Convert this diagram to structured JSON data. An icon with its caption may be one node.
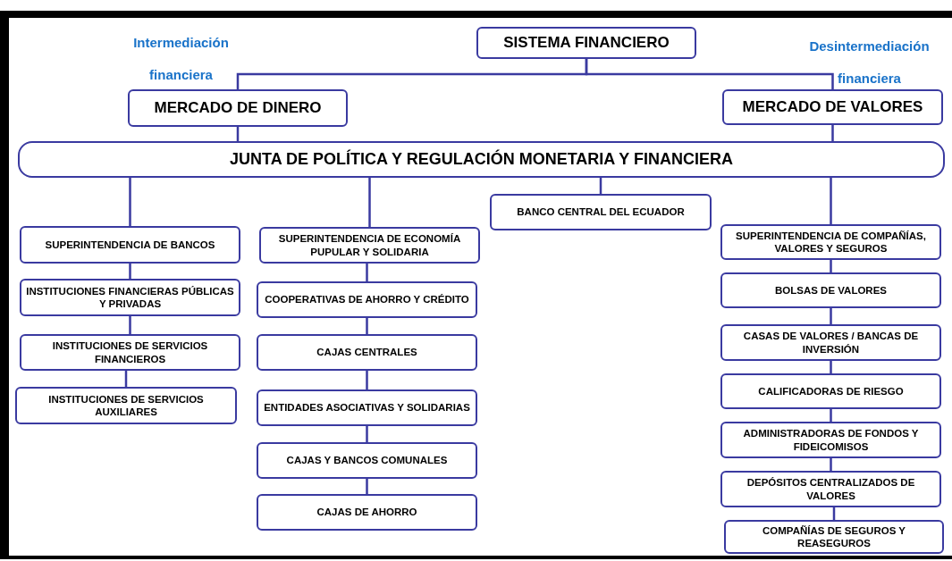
{
  "diagram": {
    "nodes": [
      {
        "text": [
          "SISTEMA FINANCIERO"
        ]
      },
      {
        "text": [
          "MERCADO DE DINERO"
        ]
      },
      {
        "text": [
          "MERCADO DE VALORES"
        ]
      },
      {
        "text": [
          "JUNTA DE POLÍTICA Y REGULACIÓN MONETARIA Y FINANCIERA"
        ]
      },
      {
        "text": [
          "SUPERINTENDENCIA DE BANCOS"
        ]
      },
      {
        "text": [
          "INSTITUCIONES FINANCIERAS PÚBLICAS Y PRIVADAS"
        ]
      },
      {
        "text": [
          "INSTITUCIONES DE SERVICIOS FINANCIEROS"
        ]
      },
      {
        "text": [
          "INSTITUCIONES DE SERVICIOS AUXILIARES"
        ]
      },
      {
        "text": [
          "SUPERINTENDENCIA DE ECONOMÍA PUPULAR Y SOLIDARIA"
        ]
      },
      {
        "text": [
          "COOPERATIVAS DE AHORRO Y CRÉDITO"
        ]
      },
      {
        "text": [
          "CAJAS CENTRALES"
        ]
      },
      {
        "text": [
          "ENTIDADES ASOCIATIVAS Y SOLIDARIAS"
        ]
      },
      {
        "text": [
          "CAJAS Y BANCOS COMUNALES"
        ]
      },
      {
        "text": [
          "CAJAS DE AHORRO"
        ]
      },
      {
        "text": [
          "BANCO CENTRAL DEL ECUADOR"
        ]
      },
      {
        "text": [
          "SUPERINTENDENCIA DE COMPAÑÍAS, VALORES Y SEGUROS"
        ]
      },
      {
        "text": [
          "BOLSAS DE VALORES"
        ]
      },
      {
        "text": [
          "CASAS DE VALORES / BANCAS DE INVERSIÓN"
        ]
      },
      {
        "text": [
          "CALIFICADORAS DE RIESGO"
        ]
      },
      {
        "text": [
          "ADMINISTRADORAS DE FONDOS Y FIDEICOMISOS"
        ]
      },
      {
        "text": [
          "DEPÓSITOS CENTRALIZADOS DE VALORES"
        ]
      },
      {
        "text": [
          "COMPAÑÍAS DE SEGUROS Y REASEGUROS"
        ]
      }
    ],
    "edges": [
      {
        "from": 0,
        "to": 1,
        "arrow": "none"
      },
      {
        "from": 0,
        "to": 2,
        "arrow": "none"
      },
      {
        "from": 1,
        "to": 3,
        "arrow": "none"
      },
      {
        "from": 2,
        "to": 3,
        "arrow": "none"
      },
      {
        "from": 3,
        "to": 4,
        "arrow": "none"
      },
      {
        "from": 4,
        "to": 5,
        "arrow": "none"
      },
      {
        "from": 5,
        "to": 6,
        "arrow": "none"
      },
      {
        "from": 6,
        "to": 7,
        "arrow": "none"
      },
      {
        "from": 3,
        "to": 8,
        "arrow": "none"
      },
      {
        "from": 8,
        "to": 9,
        "arrow": "none"
      },
      {
        "from": 9,
        "to": 10,
        "arrow": "none"
      },
      {
        "from": 10,
        "to": 11,
        "arrow": "none"
      },
      {
        "from": 11,
        "to": 12,
        "arrow": "none"
      },
      {
        "from": 12,
        "to": 13,
        "arrow": "none"
      },
      {
        "from": 3,
        "to": 14,
        "arrow": "none"
      },
      {
        "from": 3,
        "to": 15,
        "arrow": "none"
      },
      {
        "from": 15,
        "to": 16,
        "arrow": "none"
      },
      {
        "from": 16,
        "to": 17,
        "arrow": "none"
      },
      {
        "from": 17,
        "to": 18,
        "arrow": "none"
      },
      {
        "from": 18,
        "to": 19,
        "arrow": "none"
      },
      {
        "from": 19,
        "to": 20,
        "arrow": "none"
      },
      {
        "from": 20,
        "to": 21,
        "arrow": "none"
      }
    ],
    "labels": [
      "Intermediación financiera",
      "Desintermediación financiera"
    ]
  }
}
